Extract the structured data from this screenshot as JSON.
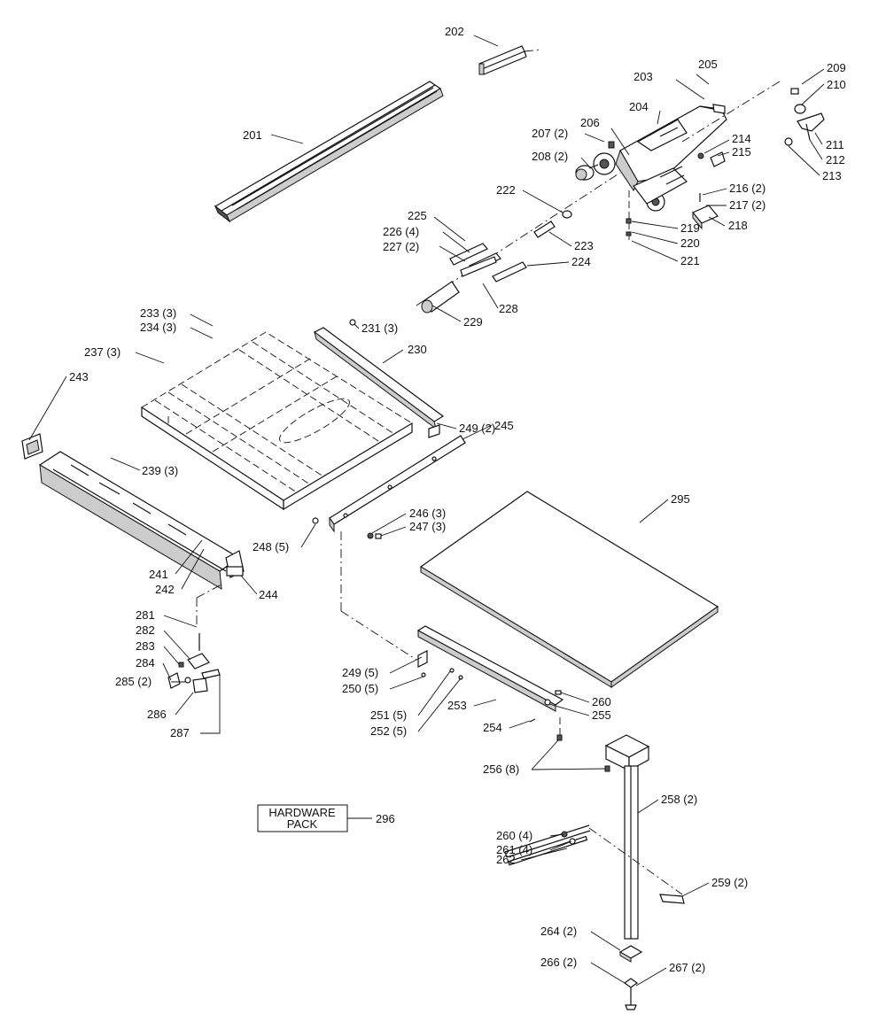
{
  "diagram": {
    "labels": {
      "p201": "201",
      "p202": "202",
      "p203": "203",
      "p204": "204",
      "p205": "205",
      "p206": "206",
      "p207": "207 (2)",
      "p208": "208 (2)",
      "p209": "209",
      "p210": "210",
      "p211": "211",
      "p212": "212",
      "p213": "213",
      "p214": "214",
      "p215": "215",
      "p216": "216 (2)",
      "p217": "217 (2)",
      "p218": "218",
      "p219": "219",
      "p220": "220",
      "p221": "221",
      "p222": "222",
      "p223": "223",
      "p224": "224",
      "p225": "225",
      "p226": "226 (4)",
      "p227": "227 (2)",
      "p228": "228",
      "p229": "229",
      "p230": "230",
      "p231": "231 (3)",
      "p233": "233 (3)",
      "p234": "234 (3)",
      "p237": "237 (3)",
      "p239": "239 (3)",
      "p241": "241",
      "p242": "242",
      "p243": "243",
      "p244": "244",
      "p245": "245",
      "p246": "246 (3)",
      "p247": "247 (3)",
      "p248": "248 (5)",
      "p249a": "249 (2)",
      "p249b": "249 (5)",
      "p250": "250 (5)",
      "p251": "251 (5)",
      "p252": "252 (5)",
      "p253": "253",
      "p254": "254",
      "p255": "255",
      "p256": "256 (8)",
      "p258": "258 (2)",
      "p259": "259 (2)",
      "p260a": "260",
      "p260b": "260 (4)",
      "p261": "261 (4)",
      "p262": "262",
      "p264": "264 (2)",
      "p266": "266 (2)",
      "p267": "267 (2)",
      "p281": "281",
      "p282": "282",
      "p283": "283",
      "p284": "284",
      "p285": "285 (2)",
      "p286": "286",
      "p287": "287",
      "p295": "295",
      "p296": "296"
    },
    "hardware_pack": {
      "line1": "HARDWARE",
      "line2": "PACK"
    }
  }
}
